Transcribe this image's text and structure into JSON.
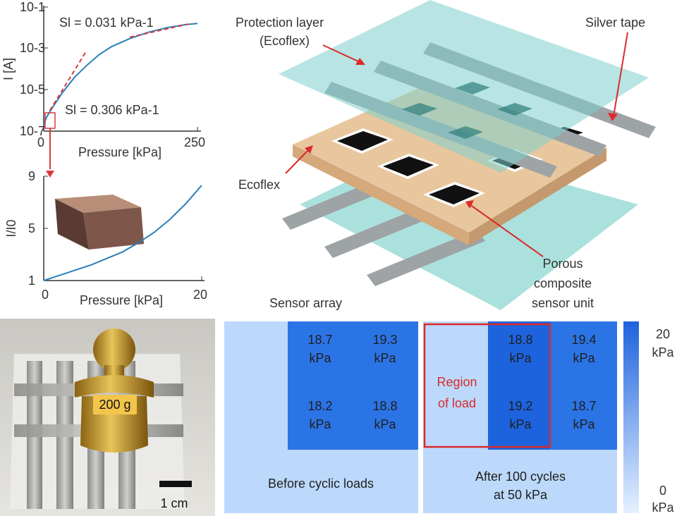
{
  "top_chart": {
    "y_axis_label": "I [A]",
    "x_axis_label": "Pressure [kPa]",
    "y_ticks": [
      "10-1",
      "10-3",
      "10-5",
      "10-7"
    ],
    "x_ticks": [
      "0",
      "250"
    ],
    "slope_high_label": "Sl = 0.031 kPa-1",
    "slope_low_label": "Sl = 0.306 kPa-1",
    "colors": {
      "curve": "#2a7fb8",
      "fit": "#d63b3b",
      "zoom_box": "#d63b3b"
    }
  },
  "bottom_chart": {
    "y_axis_label": "I/I0",
    "x_axis_label": "Pressure [kPa]",
    "y_ticks": [
      "9",
      "5",
      "1"
    ],
    "x_ticks": [
      "0",
      "20"
    ]
  },
  "chart_data": [
    {
      "type": "line",
      "yscale": "log",
      "xlim": [
        0,
        250
      ],
      "ylim": [
        1e-07,
        0.1
      ],
      "xlabel": "Pressure [kPa]",
      "ylabel": "I [A]",
      "series": [
        {
          "x": [
            0,
            5,
            15,
            30,
            50,
            70,
            90,
            110,
            140,
            170,
            200,
            230,
            250
          ],
          "y": [
            2e-07,
            5e-07,
            1.5e-06,
            7e-06,
            4e-05,
            0.00015,
            0.0005,
            0.0012,
            0.003,
            0.006,
            0.01,
            0.014,
            0.016
          ]
        }
      ],
      "fits": [
        {
          "label": "Sl = 0.306 kPa-1",
          "x": [
            10,
            70
          ],
          "y": [
            1e-06,
            0.0008
          ]
        },
        {
          "label": "Sl = 0.031 kPa-1",
          "x": [
            140,
            235
          ],
          "y": [
            0.0035,
            0.015
          ]
        }
      ]
    },
    {
      "type": "line",
      "xlim": [
        0,
        20
      ],
      "ylim": [
        1,
        9
      ],
      "xlabel": "Pressure [kPa]",
      "ylabel": "I/I0",
      "series": [
        {
          "x": [
            0,
            2,
            4,
            6,
            8,
            10,
            12,
            14,
            16,
            18,
            20
          ],
          "y": [
            1.0,
            1.4,
            1.8,
            2.2,
            2.7,
            3.2,
            3.9,
            4.7,
            5.7,
            6.9,
            8.3
          ]
        }
      ]
    },
    {
      "type": "heatmap",
      "title": "Before cyclic loads",
      "rows": 2,
      "cols": 3,
      "values": [
        [
          0,
          18.7,
          19.3
        ],
        [
          0,
          18.2,
          18.8
        ]
      ],
      "labels": [
        [
          "",
          "18.7\nkPa",
          "19.3\nkPa"
        ],
        [
          "",
          "18.2\nkPa",
          "18.8\nkPa"
        ]
      ],
      "range": [
        0,
        20
      ]
    },
    {
      "type": "heatmap",
      "title": "After 100 cycles at 50 kPa",
      "rows": 2,
      "cols": 3,
      "values": [
        [
          0,
          18.8,
          19.4
        ],
        [
          0,
          19.2,
          18.7
        ]
      ],
      "labels": [
        [
          "",
          "18.8\nkPa",
          "19.4\nkPa"
        ],
        [
          "",
          "19.2\nkPa",
          "18.7\nkPa"
        ]
      ],
      "range": [
        0,
        20
      ]
    }
  ],
  "diagram": {
    "protection_layer_line1": "Protection layer",
    "protection_layer_line2": "(Ecoflex)",
    "silver_tape": "Silver tape",
    "ecoflex": "Ecoflex",
    "porous_line1": "Porous",
    "porous_line2": "composite",
    "porous_line3": "sensor unit",
    "sensor_array": "Sensor array"
  },
  "photo": {
    "weight_label": "200 g",
    "scale_label": "1 cm"
  },
  "heatmaps": {
    "before": {
      "title": "Before cyclic loads",
      "cells": [
        {
          "v": "18.7",
          "u": "kPa"
        },
        {
          "v": "19.3",
          "u": "kPa"
        },
        {
          "v": "18.2",
          "u": "kPa"
        },
        {
          "v": "18.8",
          "u": "kPa"
        }
      ]
    },
    "after": {
      "title_line1": "After 100 cycles",
      "title_line2": "at 50 kPa",
      "region_line1": "Region",
      "region_line2": "of load",
      "cells": [
        {
          "v": "18.8",
          "u": "kPa"
        },
        {
          "v": "19.4",
          "u": "kPa"
        },
        {
          "v": "19.2",
          "u": "kPa"
        },
        {
          "v": "18.7",
          "u": "kPa"
        }
      ]
    },
    "colorbar": {
      "max_value": "20",
      "max_unit": "kPa",
      "min_value": "0",
      "min_unit": "kPa"
    },
    "colors": {
      "low": "#bcd9fb",
      "mid": "#2b74e6",
      "high": "#1d63de",
      "region_box": "#d92b2b"
    }
  }
}
